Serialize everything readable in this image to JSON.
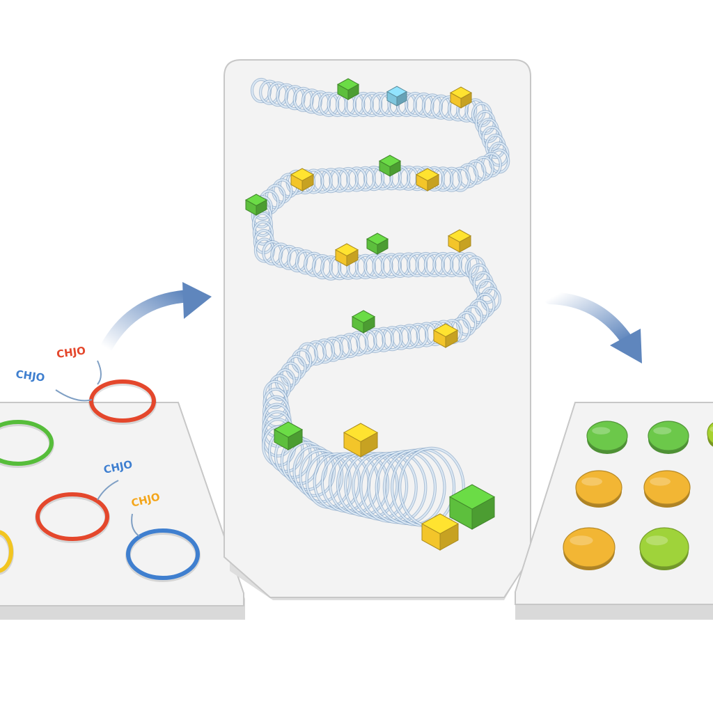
{
  "colors": {
    "background": "#ffffff",
    "panel_fill": "#f3f3f3",
    "panel_stroke": "#c7c7c7",
    "panel_shadow": "#d9d9d9",
    "coil_blue": "#9fbedc",
    "coil_blue_dark": "#6f94bc",
    "arrow_blue": "#5f86bd",
    "red": "#e4472c",
    "green": "#56bd3a",
    "blue": "#3f7fcf",
    "orange": "#f2a51c",
    "yellow": "#f2c521",
    "lime": "#94cf2e",
    "cube_green": "#5dbf3d",
    "cube_yellow": "#f3c52a",
    "cube_cyan": "#7fc6de",
    "cube_orange": "#f1a63a"
  },
  "left_panel": {
    "tags": [
      {
        "text": "CHJO",
        "color": "#e4472c"
      },
      {
        "text": "CHJO",
        "color": "#3f7fcf"
      },
      {
        "text": "CHJO",
        "color": "#3f7fcf"
      },
      {
        "text": "CHJO",
        "color": "#f2a51c"
      }
    ],
    "rings": [
      {
        "color": "#e4472c"
      },
      {
        "color": "#56bd3a"
      },
      {
        "color": "#e4472c"
      },
      {
        "color": "#3f7fcf"
      },
      {
        "color": "#f2c521"
      }
    ]
  },
  "center_panel": {
    "cubes": [
      {
        "color": "green"
      },
      {
        "color": "cyan"
      },
      {
        "color": "yellow"
      },
      {
        "color": "yellow"
      },
      {
        "color": "green"
      },
      {
        "color": "yellow"
      },
      {
        "color": "green"
      },
      {
        "color": "yellow"
      },
      {
        "color": "green"
      },
      {
        "color": "yellow"
      },
      {
        "color": "green"
      },
      {
        "color": "yellow"
      },
      {
        "color": "green"
      },
      {
        "color": "yellow"
      },
      {
        "color": "green"
      },
      {
        "color": "yellow"
      }
    ]
  },
  "right_panel": {
    "dots": [
      {
        "color": "#6cc84a"
      },
      {
        "color": "#6cc84a"
      },
      {
        "color": "#a6d22f"
      },
      {
        "color": "#f2b634"
      },
      {
        "color": "#f2b634"
      },
      {
        "color": "#f2b634"
      },
      {
        "color": "#9fd33a"
      }
    ]
  }
}
